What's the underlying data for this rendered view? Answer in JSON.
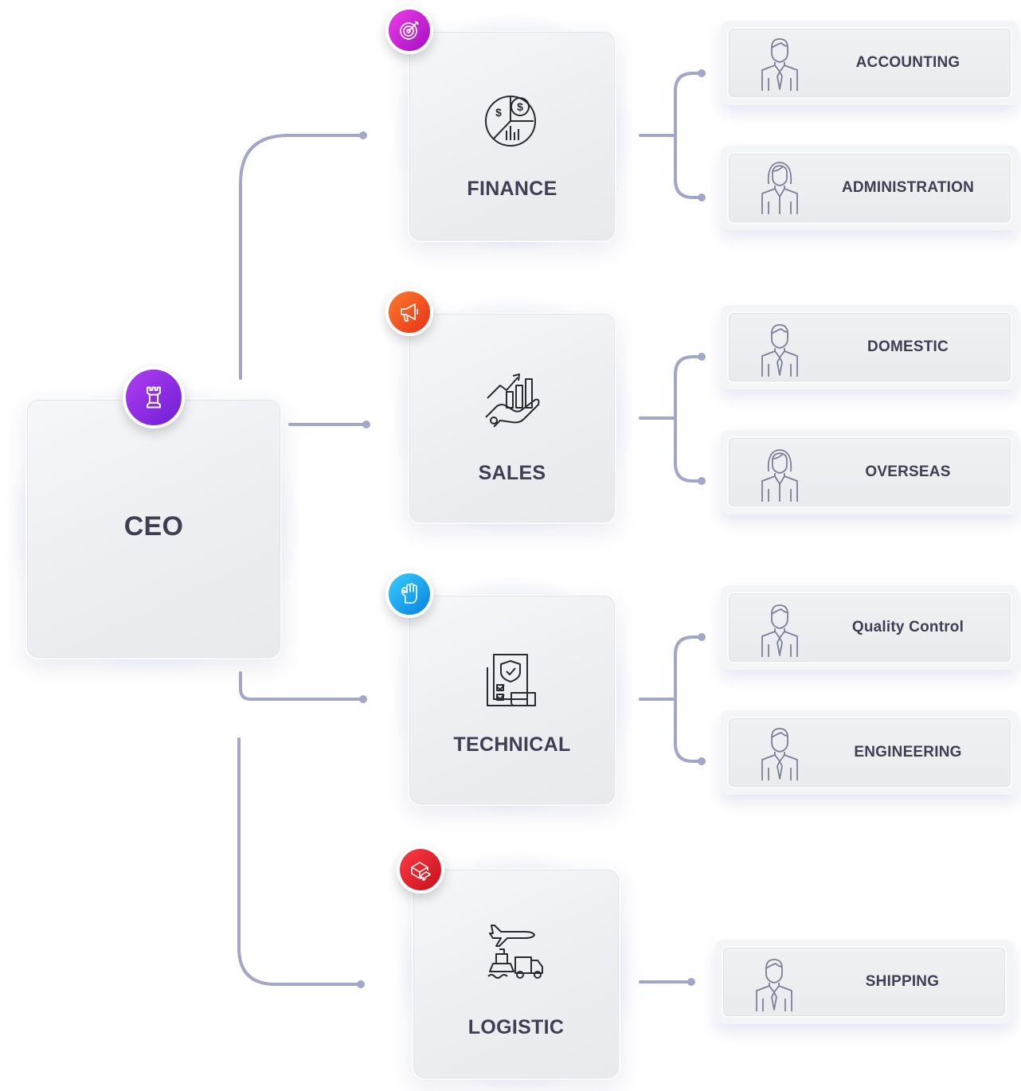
{
  "root": {
    "title": "CEO",
    "badge_icon": "chess-rook-icon",
    "badge_color": "#8a2be2"
  },
  "departments": [
    {
      "title": "FINANCE",
      "icon": "finance-chart-icon",
      "badge_icon": "target-icon",
      "badge_color": "#d21bd1",
      "units": [
        {
          "label": "ACCOUNTING",
          "person": "male-person-icon"
        },
        {
          "label": "ADMINISTRATION",
          "person": "female-person-icon"
        }
      ]
    },
    {
      "title": "SALES",
      "icon": "sales-growth-icon",
      "badge_icon": "megaphone-icon",
      "badge_color": "#f04f1c",
      "units": [
        {
          "label": "DOMESTIC",
          "person": "male-person-icon"
        },
        {
          "label": "OVERSEAS",
          "person": "female-person-icon"
        }
      ]
    },
    {
      "title": "TECHNICAL",
      "icon": "technical-document-icon",
      "badge_icon": "hand-gesture-icon",
      "badge_color": "#1aa8f0",
      "units": [
        {
          "label": "Quality Control",
          "person": "male-person-icon"
        },
        {
          "label": "ENGINEERING",
          "person": "male-person-icon"
        }
      ]
    },
    {
      "title": "LOGISTIC",
      "icon": "logistic-transport-icon",
      "badge_icon": "package-plane-icon",
      "badge_color": "#e81d2a",
      "units": [
        {
          "label": "SHIPPING",
          "person": "male-person-icon"
        }
      ]
    }
  ],
  "colors": {
    "connector": "#a4a6c8",
    "text": "#3e4052"
  }
}
